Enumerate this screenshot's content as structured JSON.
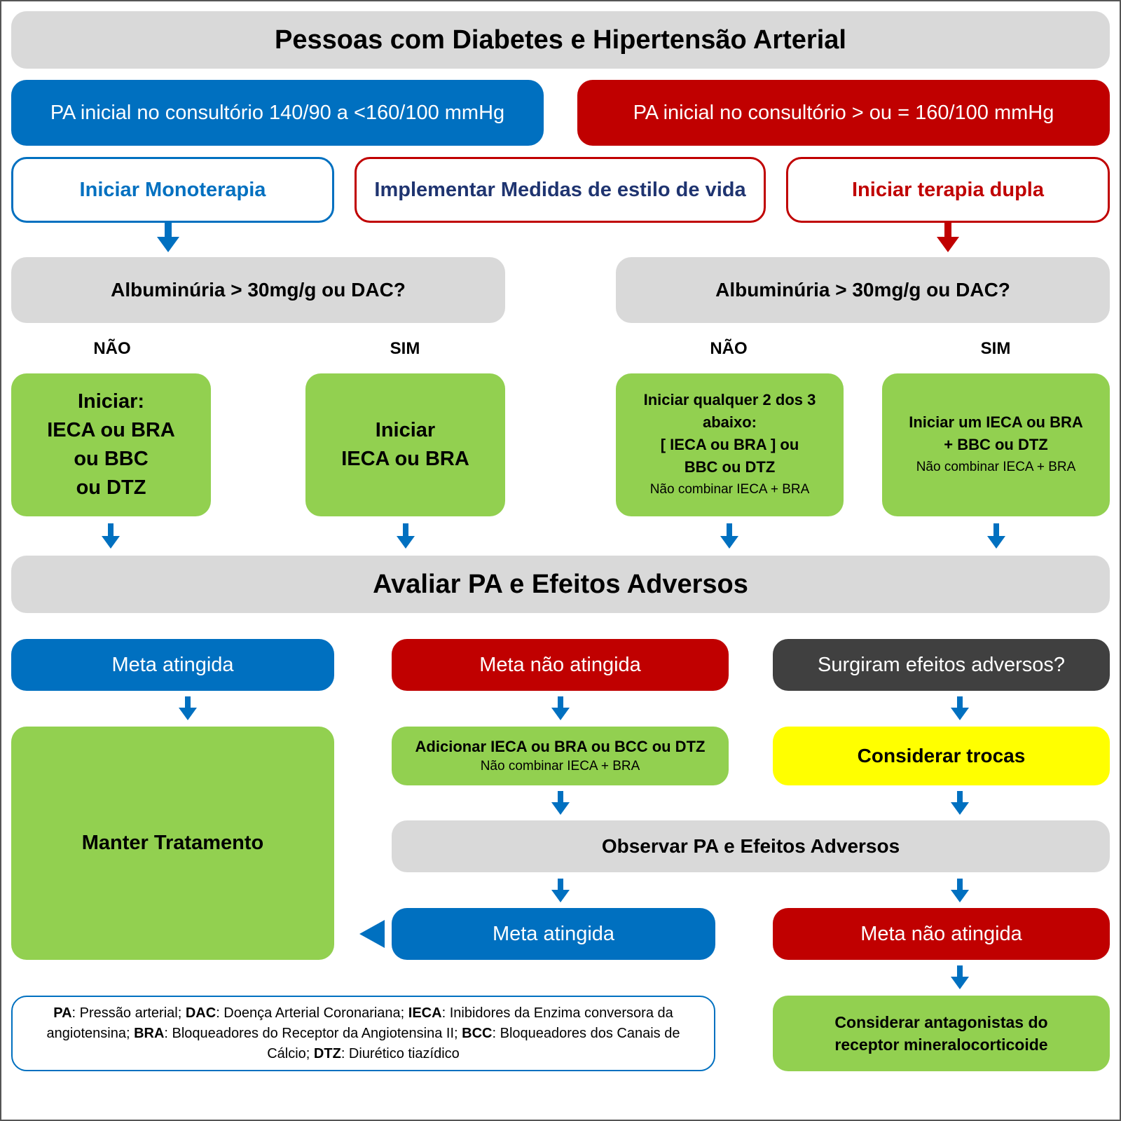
{
  "title": "Pessoas com Diabetes e Hipertensão Arterial",
  "colors": {
    "blue": "#0070c0",
    "red": "#c00000",
    "gray": "#d9d9d9",
    "green": "#92d050",
    "yellow": "#ffff00",
    "dark": "#404040",
    "navy_text": "#1f3470"
  },
  "initial": {
    "left": "PA inicial no consultório 140/90 a <160/100 mmHg",
    "right": "PA inicial no consultório > ou = 160/100 mmHg"
  },
  "actions": {
    "mono": "Iniciar Monoterapia",
    "lifestyle": "Implementar Medidas de estilo de vida",
    "dual": "Iniciar terapia dupla"
  },
  "question": {
    "left": "Albuminúria > 30mg/g ou DAC?",
    "right": "Albuminúria > 30mg/g ou DAC?"
  },
  "answers": {
    "no": "NÃO",
    "yes": "SIM"
  },
  "treatments": {
    "mono_no": [
      "Iniciar:",
      "IECA ou BRA",
      "ou BBC",
      "ou DTZ"
    ],
    "mono_yes": [
      "Iniciar",
      "IECA ou BRA"
    ],
    "dual_no": {
      "lines": [
        "Iniciar qualquer 2 dos 3",
        "abaixo:",
        "[ IECA ou BRA ] ou",
        "BBC ou DTZ"
      ],
      "note": "Não combinar IECA + BRA"
    },
    "dual_yes": {
      "lines": [
        "Iniciar um IECA ou BRA",
        "+ BBC ou DTZ"
      ],
      "note": "Não combinar IECA + BRA"
    }
  },
  "evaluate": "Avaliar PA e Efeitos Adversos",
  "outcomes": {
    "met": "Meta atingida",
    "not_met": "Meta não atingida",
    "adverse": "Surgiram efeitos adversos?"
  },
  "maintain": "Manter Tratamento",
  "add": {
    "title": "Adicionar IECA ou BRA ou BCC ou DTZ",
    "note": "Não combinar IECA + BRA"
  },
  "switch": "Considerar trocas",
  "observe": "Observar PA e Efeitos Adversos",
  "final": {
    "met": "Meta atingida",
    "not_met": "Meta não atingida"
  },
  "mra": [
    "Considerar antagonistas do",
    "receptor mineralocorticoide"
  ],
  "legend": [
    {
      "abbr": "PA",
      "text": ": Pressão arterial; "
    },
    {
      "abbr": "DAC",
      "text": ": Doença Arterial Coronariana; "
    },
    {
      "abbr": "IECA",
      "text": ": Inibidores da Enzima conversora da angiotensina; "
    },
    {
      "abbr": "BRA",
      "text": ": Bloqueadores do Receptor da Angiotensina II; "
    },
    {
      "abbr": "BCC",
      "text": ": Bloqueadores dos Canais de Cálcio; "
    },
    {
      "abbr": "DTZ",
      "text": ": Diurético tiazídico"
    }
  ]
}
